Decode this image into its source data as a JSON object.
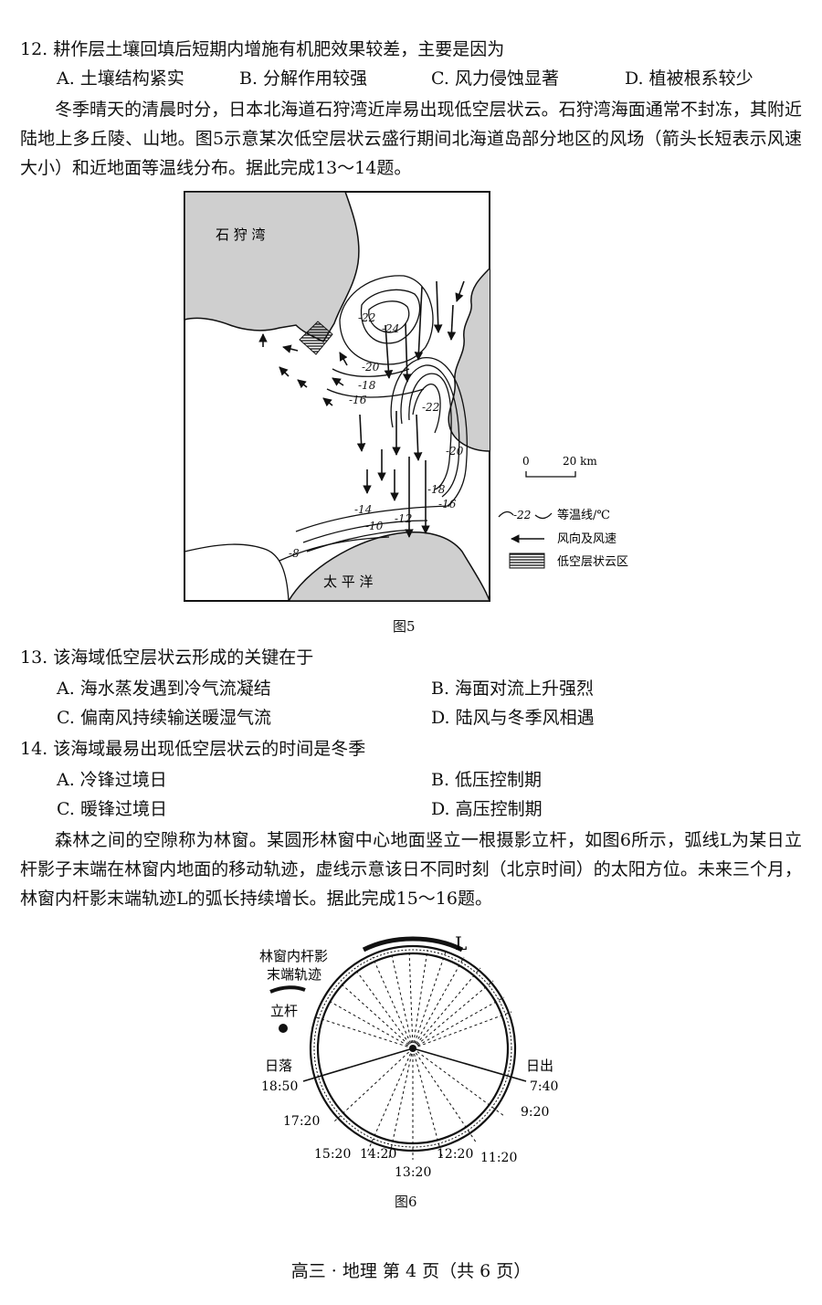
{
  "q12": {
    "stem": "12.  耕作层土壤回填后短期内增施有机肥效果较差，主要是因为",
    "options": [
      "A.  土壤结构紧实",
      "B.  分解作用较强",
      "C.  风力侵蚀显著",
      "D.  植被根系较少"
    ]
  },
  "passage1": "冬季晴天的清晨时分，日本北海道石狩湾近岸易出现低空层状云。石狩湾海面通常不封冻，其附近陆地上多丘陵、山地。图5示意某次低空层状云盛行期间北海道岛部分地区的风场（箭头长短表示风速大小）和近地面等温线分布。据此完成13～14题。",
  "fig5": {
    "caption": "图5",
    "labels": {
      "bay": "石 狩 湾",
      "ocean": "太 平 洋"
    },
    "isotherms": [
      "-22",
      "-24",
      "-20",
      "-18",
      "-16",
      "-22",
      "-20",
      "-18",
      "-16",
      "-14",
      "-12",
      "-10",
      "-8"
    ],
    "scale": {
      "zero": "0",
      "dist": "20 km"
    },
    "legend": {
      "isotherm_sample": "-22",
      "isotherm": "等温线/℃",
      "wind": "风向及风速",
      "cloud": "低空层状云区"
    }
  },
  "q13": {
    "stem": "13.  该海域低空层状云形成的关键在于",
    "options": [
      "A.  海水蒸发遇到冷气流凝结",
      "B.  海面对流上升强烈",
      "C.  偏南风持续输送暖湿气流",
      "D.  陆风与冬季风相遇"
    ]
  },
  "q14": {
    "stem": "14.  该海域最易出现低空层状云的时间是冬季",
    "options": [
      "A.  冷锋过境日",
      "B.  低压控制期",
      "C.  暖锋过境日",
      "D.  高压控制期"
    ]
  },
  "passage2": "森林之间的空隙称为林窗。某圆形林窗中心地面竖立一根摄影立杆，如图6所示，弧线L为某日立杆影子末端在林窗内地面的移动轨迹，虚线示意该日不同时刻（北京时间）的太阳方位。未来三个月，林窗内杆影末端轨迹L的弧长持续增长。据此完成15～16题。",
  "fig6": {
    "caption": "图6",
    "arc_label": "L",
    "legend_track_1": "林窗内杆影",
    "legend_track_2": "末端轨迹",
    "legend_pole": "立杆",
    "sunrise": "日出",
    "sunset": "日落",
    "times": {
      "t0740": "7:40",
      "t0920": "9:20",
      "t1120": "11:20",
      "t1220": "12:20",
      "t1320": "13:20",
      "t1420": "14:20",
      "t1520": "15:20",
      "t1720": "17:20",
      "t1850": "18:50"
    }
  },
  "footer": "高三 · 地理   第 4 页（共 6 页）"
}
